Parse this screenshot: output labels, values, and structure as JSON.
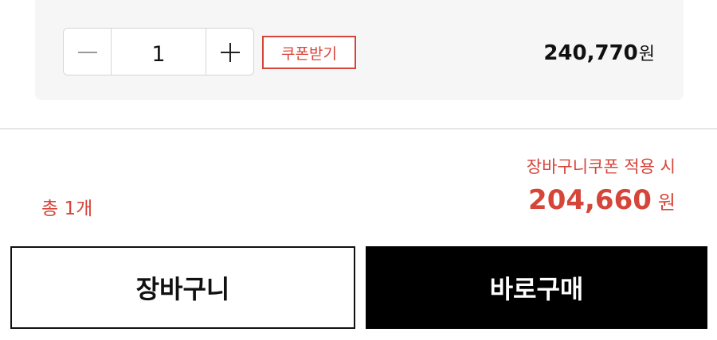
{
  "option": {
    "quantity": "1",
    "coupon_button": "쿠폰받기",
    "price_value": "240,770",
    "price_unit": "원"
  },
  "summary": {
    "coupon_label": "장바구니쿠폰 적용 시",
    "total_count": "총 1개",
    "total_price_value": "204,660",
    "total_price_unit": "원"
  },
  "actions": {
    "cart_label": "장바구니",
    "buy_label": "바로구매"
  },
  "icons": {
    "decrease": "minus-icon",
    "increase": "plus-icon"
  },
  "colors": {
    "accent": "#d6453a",
    "card_background": "#f6f6f6",
    "buy_background": "#000000"
  }
}
